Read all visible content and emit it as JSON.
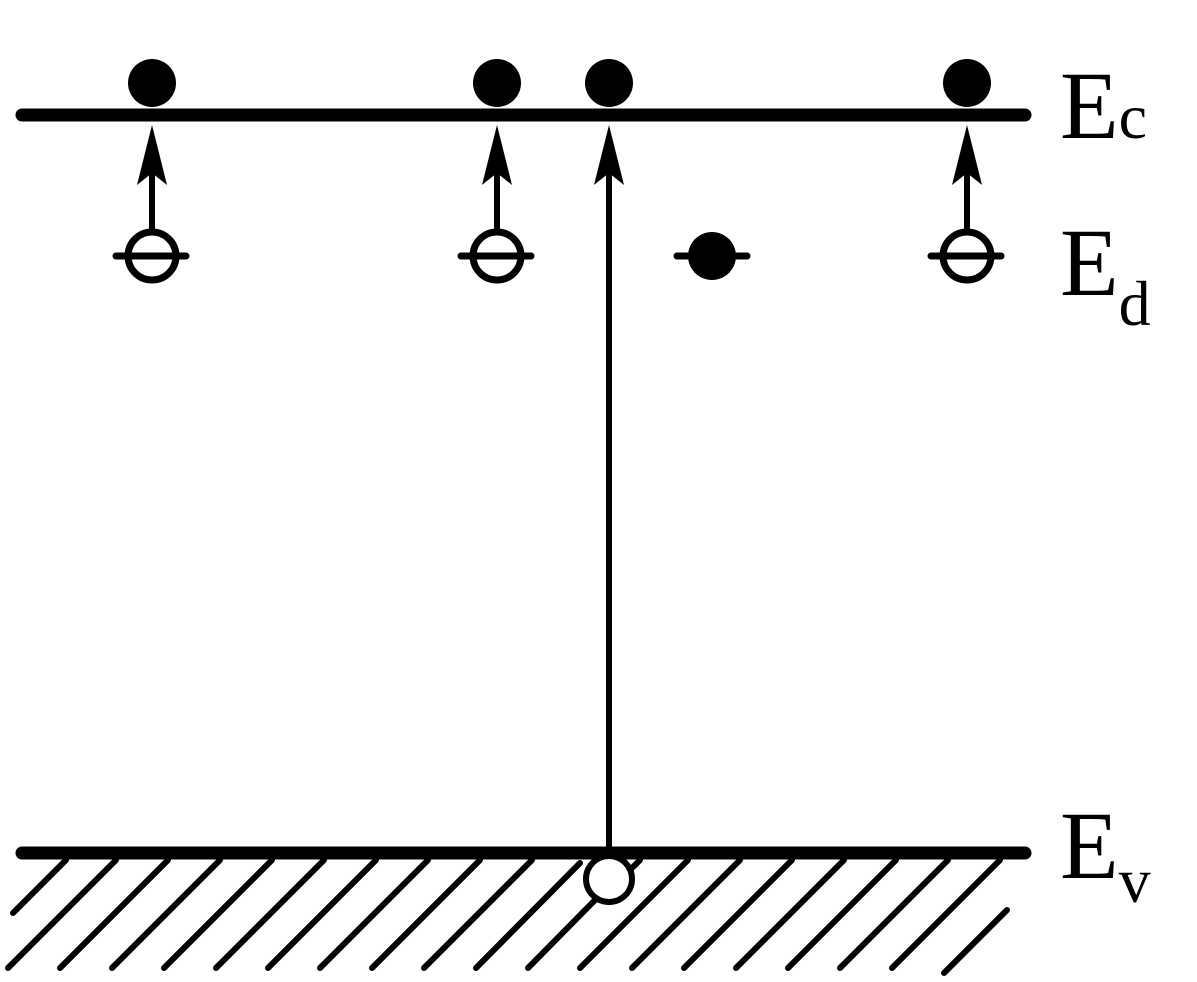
{
  "colors": {
    "ink": "#000000",
    "background": "#ffffff"
  },
  "labels": {
    "conduction_band": {
      "main": "E",
      "sub": "c"
    },
    "donor_level": {
      "main": "E",
      "sub": "d"
    },
    "valence_band": {
      "main": "E",
      "sub": "v"
    }
  },
  "diagram": {
    "ionized_donor_count": 3,
    "neutral_donor_count": 1,
    "conduction_electron_count": 4,
    "valence_hole_count": 1,
    "donor_excitation_arrow_count": 3,
    "band_to_band_arrow_count": 1
  }
}
